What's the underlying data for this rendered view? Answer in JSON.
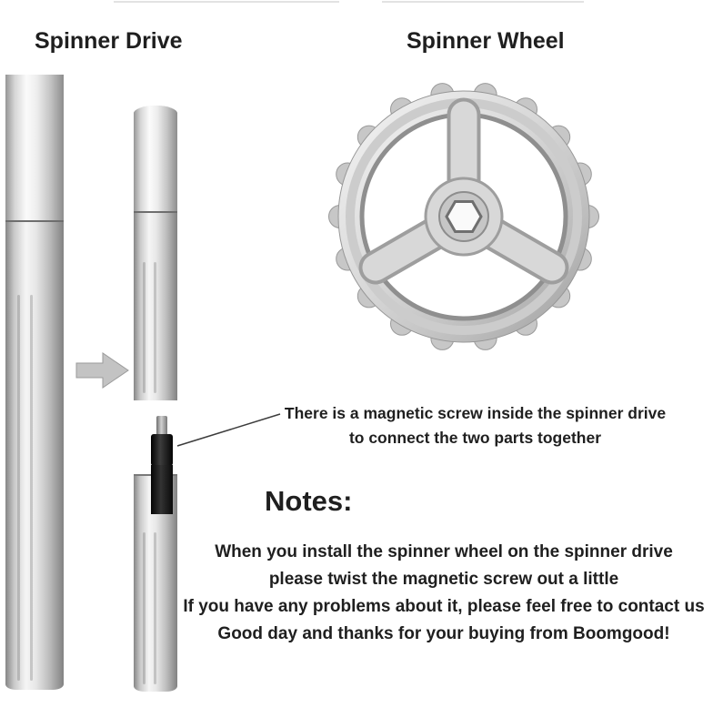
{
  "titles": {
    "drive": "Spinner Drive",
    "wheel": "Spinner Wheel"
  },
  "callout": {
    "line1": "There is a magnetic screw inside the spinner drive",
    "line2": "to connect the two parts together"
  },
  "notes": {
    "heading": "Notes:",
    "lines": [
      "When you install the spinner wheel on the spinner drive",
      "please twist the magnetic screw out a little",
      "If you have any problems about it,  please feel free to contact us",
      "Good day and thanks for your buying from Boomgood!"
    ]
  },
  "colors": {
    "text": "#1f1f1f",
    "silver_light": "#f5f5f5",
    "silver_dark": "#9b9b9b",
    "screw_black": "#161616",
    "arrow": "#c3c3c3"
  }
}
